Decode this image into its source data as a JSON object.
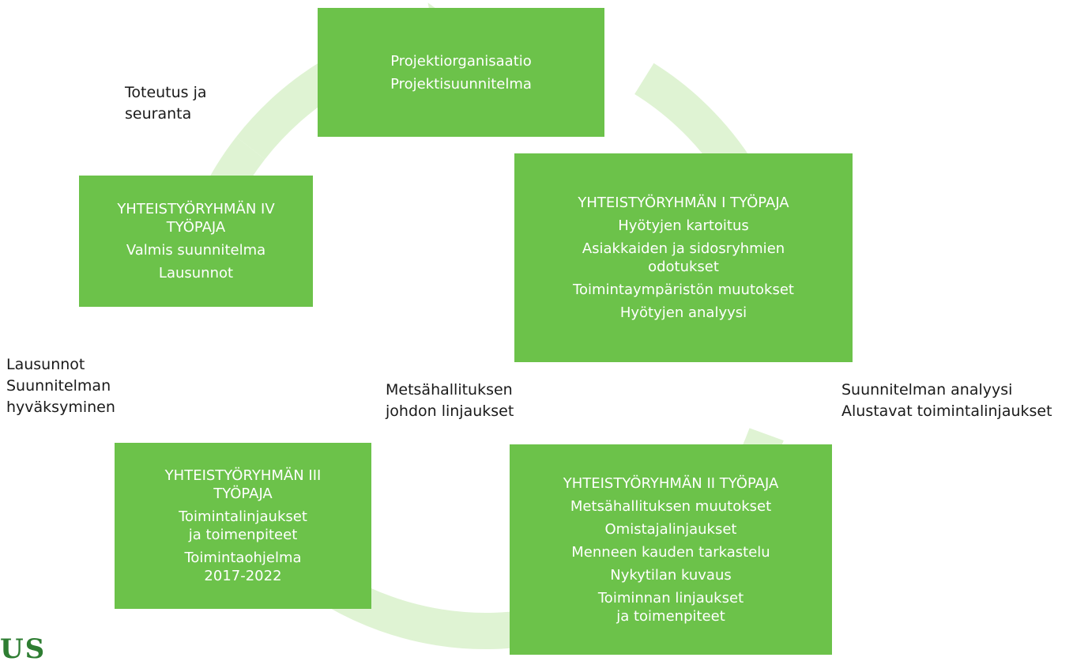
{
  "colors": {
    "box": "#6cc24a",
    "ring": "#dff3d3",
    "box_text": "#ffffff",
    "label_text": "#1a1a1a"
  },
  "boxes": {
    "top": {
      "lines": [
        "Projektiorganisaatio",
        "Projektisuunnitelma"
      ]
    },
    "right": {
      "lines": [
        "YHTEISTYÖRYHMÄN I TYÖPAJA",
        "Hyötyjen kartoitus",
        "Asiakkaiden ja sidosryhmien\nodotukset",
        "Toimintaympäristön muutokset",
        "Hyötyjen analyysi"
      ]
    },
    "bottom_right": {
      "lines": [
        "YHTEISTYÖRYHMÄN II TYÖPAJA",
        "Metsähallituksen muutokset",
        "Omistajalinjaukset",
        "Menneen kauden tarkastelu",
        "Nykytilan kuvaus",
        "Toiminnan linjaukset\nja toimenpiteet"
      ]
    },
    "bottom_left": {
      "lines": [
        "YHTEISTYÖRYHMÄN III\nTYÖPAJA",
        "Toimintalinjaukset\nja toimenpiteet",
        "Toimintaohjelma\n2017-2022"
      ]
    },
    "left": {
      "lines": [
        "YHTEISTYÖRYHMÄN IV\nTYÖPAJA",
        "Valmis suunnitelma",
        "Lausunnot"
      ]
    }
  },
  "labels": {
    "toteutus": "Toteutus ja\nseuranta",
    "lausunnot": "Lausunnot\nSuunnitelman\nhyväksyminen",
    "metsa": "Metsähallituksen\njohdon linjaukset",
    "suunnitelman": "Suunnitelman analyysi\nAlustavat toimintalinjaukset"
  },
  "logo_fragment": "US"
}
